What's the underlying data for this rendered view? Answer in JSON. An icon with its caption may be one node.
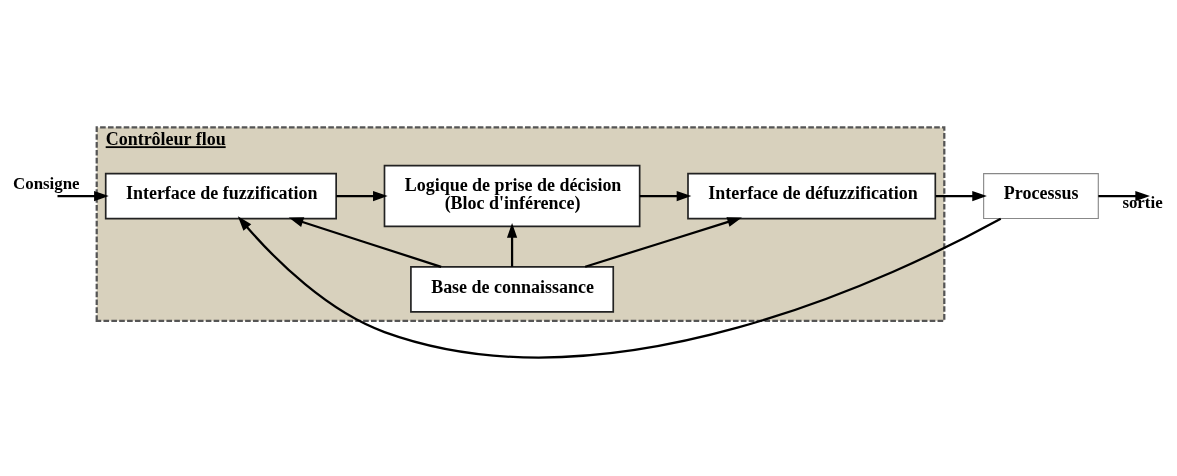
{
  "diagram": {
    "nodes": [
      {
        "text": [
          "Contrôleur flou"
        ]
      },
      {
        "text": [
          "Base de connaissance"
        ],
        "in": 0
      },
      {
        "text": [
          "Interface de fuzzification"
        ],
        "in": 0
      },
      {
        "text": [
          "Logique de prise de décision",
          "(Bloc d'inférence)"
        ],
        "in": 0
      },
      {
        "text": [
          "Interface de défuzzification"
        ],
        "in": 0
      },
      {
        "text": [
          "Processus"
        ]
      }
    ],
    "edges": [
      {
        "from": 1,
        "to": 2,
        "arrow": "to"
      },
      {
        "from": 1,
        "to": 3,
        "arrow": "to"
      },
      {
        "from": 1,
        "to": 4,
        "arrow": "to"
      },
      {
        "from": null,
        "to": 2,
        "arrow": "to",
        "label": "Consigne"
      },
      {
        "from": 2,
        "to": 3,
        "arrow": "to"
      },
      {
        "from": 3,
        "to": 4,
        "arrow": "to"
      },
      {
        "from": 4,
        "to": 5,
        "arrow": "to"
      },
      {
        "from": 5,
        "to": null,
        "arrow": "to",
        "label": "sortie"
      },
      {
        "from": 5,
        "to": 2,
        "arrow": "to"
      }
    ]
  }
}
